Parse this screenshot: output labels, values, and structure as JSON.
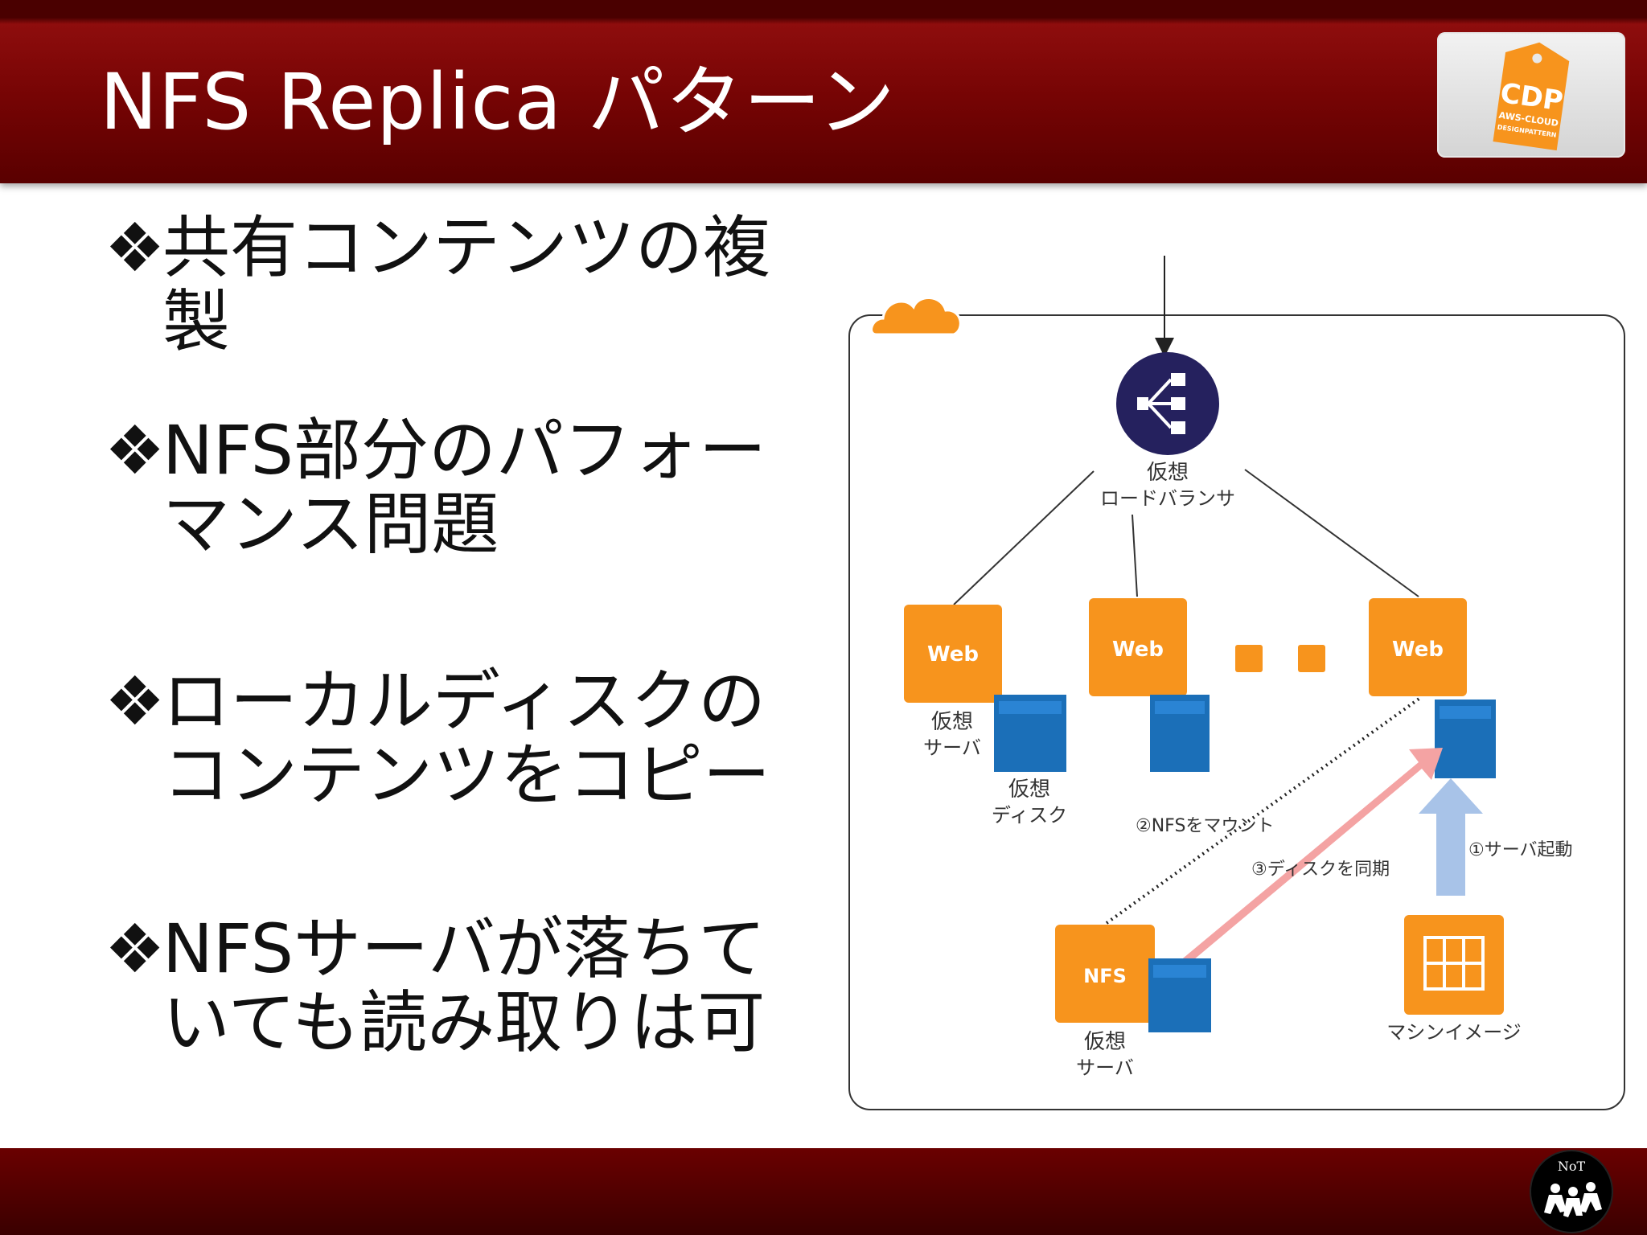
{
  "slide": {
    "title": "NFS Replica パターン"
  },
  "bullets": [
    {
      "mark": "❖",
      "text": "共有コンテンツの複製"
    },
    {
      "mark": "❖",
      "text": "NFS部分のパフォー\nマンス問題"
    },
    {
      "mark": "❖",
      "text": "ローカルディスクの\nコンテンツをコピー"
    },
    {
      "mark": "❖",
      "text": "NFSサーバが落ちて\nいても読み取りは可"
    }
  ],
  "badge": {
    "line1": "CDP",
    "line2": "AWS-CLOUD",
    "line3": "DESIGNPATTERN"
  },
  "footer_logo": {
    "text": "NoT"
  },
  "diagram": {
    "load_balancer_label_1": "仮想",
    "load_balancer_label_2": "ロードバランサ",
    "web_label": "Web",
    "web_server_label_1": "仮想",
    "web_server_label_2": "サーバ",
    "disk_label_1": "仮想",
    "disk_label_2": "ディスク",
    "mount_label": "②NFSをマウント",
    "sync_label": "③ディスクを同期",
    "boot_label": "①サーバ起動",
    "nfs_label": "NFS",
    "nfs_server_label_1": "仮想",
    "nfs_server_label_2": "サーバ",
    "machine_image_label": "マシンイメージ",
    "colors": {
      "orange": "#f7941d",
      "blue": "#1b6fb8",
      "navy": "#25215e",
      "pink_arrow": "#f4a3a3",
      "light_blue_arrow": "#a8c3e8"
    }
  }
}
